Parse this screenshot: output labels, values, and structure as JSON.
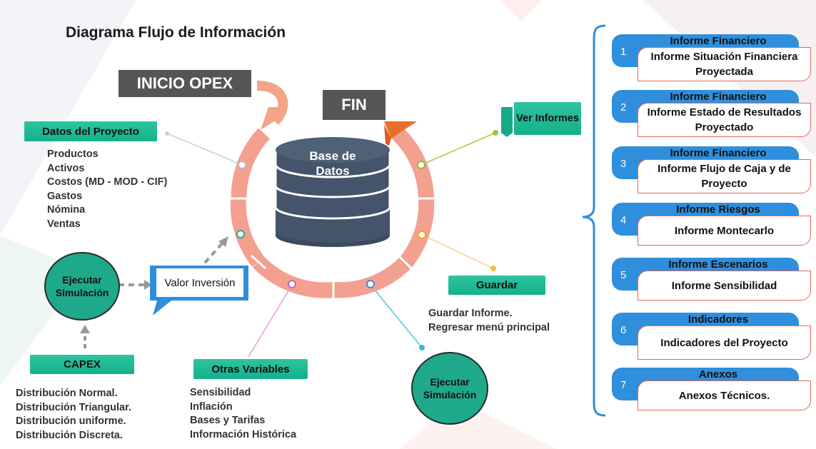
{
  "title": "Diagrama  Flujo de Información",
  "inicio_label": "INICIO OPEX",
  "fin_label": "FIN",
  "database_label": "Base de Datos",
  "datos_proyecto": {
    "label": "Datos del Proyecto",
    "items": [
      "Productos",
      "Activos",
      "Costos (MD - MOD - CIF)",
      "Gastos",
      "Nómina",
      "Ventas"
    ]
  },
  "ejecutar_left": "Ejecutar Simulación",
  "valor_inversion": "Valor Inversión",
  "capex": {
    "label": "CAPEX",
    "items": [
      "Distribución Normal.",
      "Distribución Triangular.",
      "Distribución uniforme.",
      "Distribución Discreta."
    ]
  },
  "otras_variables": {
    "label": "Otras Variables",
    "items": [
      "Sensibilidad",
      "Inflación",
      "Bases y Tarifas",
      "Información Histórica"
    ]
  },
  "guardar": {
    "label": "Guardar",
    "items": [
      "Guardar Informe.",
      "Regresar menú principal"
    ]
  },
  "ejecutar_right": "Ejecutar Simulación",
  "ver_informes": "Ver Informes",
  "reports": [
    {
      "num": "1",
      "header": "Informe Financiero",
      "body": "Informe  Situación Financiera Proyectada"
    },
    {
      "num": "2",
      "header": "Informe Financiero",
      "body": "Informe Estado de Resultados  Proyectado"
    },
    {
      "num": "3",
      "header": "Informe Financiero",
      "body": "Informe Flujo de Caja y de Proyecto"
    },
    {
      "num": "4",
      "header": "Informe Riesgos",
      "body": "Informe Montecarlo"
    },
    {
      "num": "5",
      "header": "Informe Escenarios",
      "body": "Informe  Sensibilidad"
    },
    {
      "num": "6",
      "header": "Indicadores",
      "body": "Indicadores del Proyecto"
    },
    {
      "num": "7",
      "header": "Anexos",
      "body": "Anexos Técnicos."
    }
  ],
  "colors": {
    "ring": "#f4a090",
    "teal": "#1abc9c",
    "report_blue": "#2f8fdc",
    "dark_label": "#555555",
    "database": "#44546a"
  }
}
